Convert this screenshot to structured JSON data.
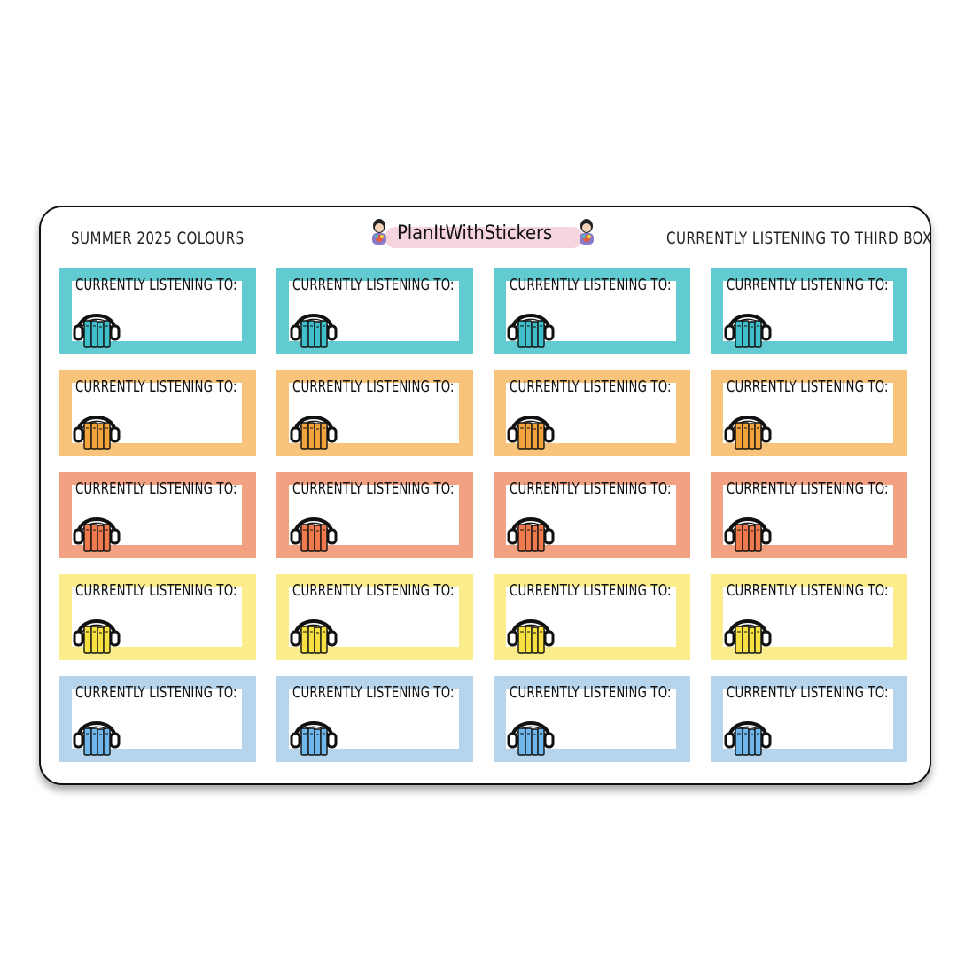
{
  "header": {
    "left_title": "SUMMER 2025 COLOURS",
    "brand": "PlanItWithStickers",
    "right_title": "CURRENTLY LISTENING TO THIRD BOX"
  },
  "sticker_label": "CURRENTLY LISTENING TO:",
  "icon_name": "headphones-books-icon",
  "rows": [
    {
      "frame": "#62cbd1",
      "books": "#3fbfc9"
    },
    {
      "frame": "#f8c47c",
      "books": "#f2a33b"
    },
    {
      "frame": "#f2a183",
      "books": "#ef7a4e"
    },
    {
      "frame": "#fbed8c",
      "books": "#f7e142"
    },
    {
      "frame": "#b6d5ec",
      "books": "#6fb6ea"
    }
  ],
  "columns": 4
}
